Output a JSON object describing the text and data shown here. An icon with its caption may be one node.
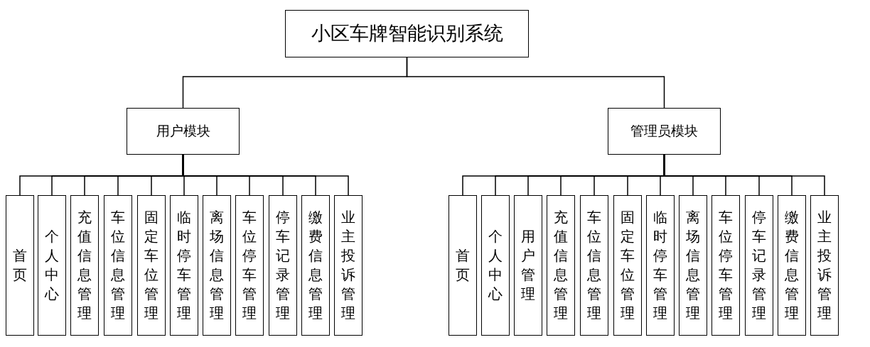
{
  "diagram": {
    "nodes": [
      {
        "text": [
          "小区车牌智能识别系统"
        ]
      },
      {
        "text": [
          "用户模块"
        ]
      },
      {
        "text": [
          "管理员模块"
        ]
      },
      {
        "text": [
          "首页"
        ]
      },
      {
        "text": [
          "个人中心"
        ]
      },
      {
        "text": [
          "充值信息管理"
        ]
      },
      {
        "text": [
          "车位信息管理"
        ]
      },
      {
        "text": [
          "固定车位管理"
        ]
      },
      {
        "text": [
          "临时停车管理"
        ]
      },
      {
        "text": [
          "离场信息管理"
        ]
      },
      {
        "text": [
          "车位停车管理"
        ]
      },
      {
        "text": [
          "停车记录管理"
        ]
      },
      {
        "text": [
          "缴费信息管理"
        ]
      },
      {
        "text": [
          "业主投诉管理"
        ]
      },
      {
        "text": [
          "首页"
        ]
      },
      {
        "text": [
          "个人中心"
        ]
      },
      {
        "text": [
          "用户管理"
        ]
      },
      {
        "text": [
          "充值信息管理"
        ]
      },
      {
        "text": [
          "车位信息管理"
        ]
      },
      {
        "text": [
          "固定车位管理"
        ]
      },
      {
        "text": [
          "临时停车管理"
        ]
      },
      {
        "text": [
          "离场信息管理"
        ]
      },
      {
        "text": [
          "车位停车管理"
        ]
      },
      {
        "text": [
          "停车记录管理"
        ]
      },
      {
        "text": [
          "缴费信息管理"
        ]
      },
      {
        "text": [
          "业主投诉管理"
        ]
      }
    ],
    "edges": [
      {
        "from": 0,
        "to": 1,
        "arrow": "none"
      },
      {
        "from": 0,
        "to": 2,
        "arrow": "none"
      },
      {
        "from": 1,
        "to": 3,
        "arrow": "none"
      },
      {
        "from": 1,
        "to": 4,
        "arrow": "none"
      },
      {
        "from": 1,
        "to": 5,
        "arrow": "none"
      },
      {
        "from": 1,
        "to": 6,
        "arrow": "none"
      },
      {
        "from": 1,
        "to": 7,
        "arrow": "none"
      },
      {
        "from": 1,
        "to": 8,
        "arrow": "none"
      },
      {
        "from": 1,
        "to": 9,
        "arrow": "none"
      },
      {
        "from": 1,
        "to": 10,
        "arrow": "none"
      },
      {
        "from": 1,
        "to": 11,
        "arrow": "none"
      },
      {
        "from": 1,
        "to": 12,
        "arrow": "none"
      },
      {
        "from": 1,
        "to": 13,
        "arrow": "none"
      },
      {
        "from": 2,
        "to": 14,
        "arrow": "none"
      },
      {
        "from": 2,
        "to": 15,
        "arrow": "none"
      },
      {
        "from": 2,
        "to": 16,
        "arrow": "none"
      },
      {
        "from": 2,
        "to": 17,
        "arrow": "none"
      },
      {
        "from": 2,
        "to": 18,
        "arrow": "none"
      },
      {
        "from": 2,
        "to": 19,
        "arrow": "none"
      },
      {
        "from": 2,
        "to": 20,
        "arrow": "none"
      },
      {
        "from": 2,
        "to": 21,
        "arrow": "none"
      },
      {
        "from": 2,
        "to": 22,
        "arrow": "none"
      },
      {
        "from": 2,
        "to": 23,
        "arrow": "none"
      },
      {
        "from": 2,
        "to": 24,
        "arrow": "none"
      },
      {
        "from": 2,
        "to": 25,
        "arrow": "none"
      }
    ]
  }
}
